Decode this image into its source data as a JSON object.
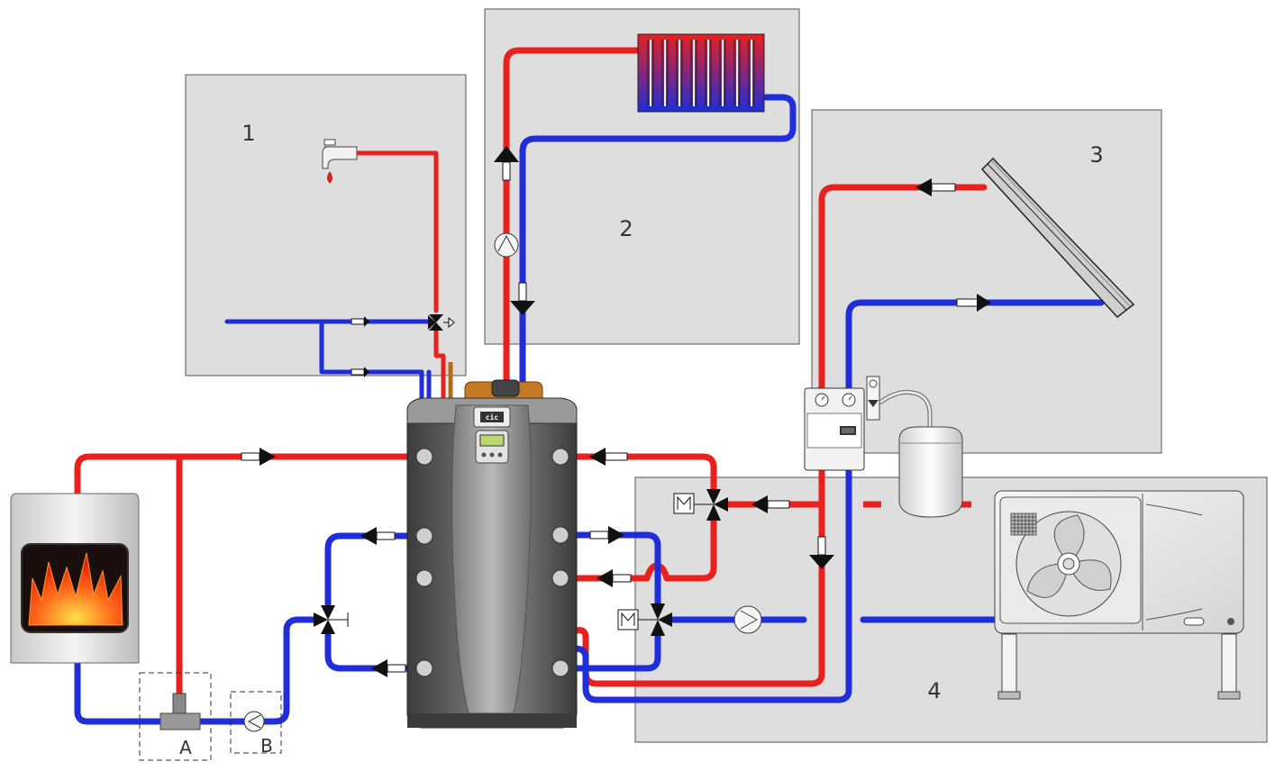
{
  "zones": [
    {
      "id": "1",
      "label": "1"
    },
    {
      "id": "2",
      "label": "2"
    },
    {
      "id": "3",
      "label": "3"
    },
    {
      "id": "4",
      "label": "4"
    }
  ],
  "components": {
    "A": "A",
    "B": "B"
  },
  "colors": {
    "hot": "#e8201e",
    "cold": "#1f2ed8",
    "zone_bg": "#dedede",
    "tank": "#5b5b5b"
  },
  "icons": [
    "faucet-icon",
    "radiator-icon",
    "solar-collector-icon",
    "boiler-icon",
    "flame-icon",
    "storage-tank-icon",
    "pump-icon",
    "three-way-valve-icon",
    "expansion-vessel-icon",
    "heat-pump-icon",
    "fan-icon",
    "solar-station-icon",
    "motor-actuator-icon",
    "flow-arrow-icon"
  ]
}
